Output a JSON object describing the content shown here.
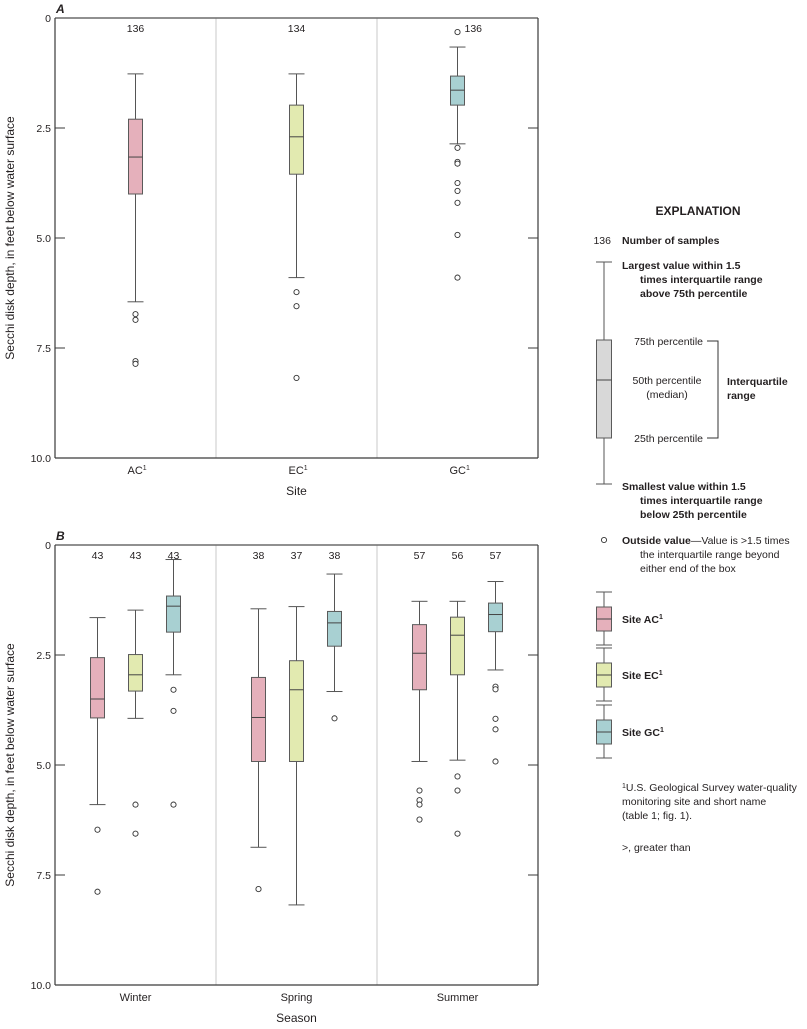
{
  "colors": {
    "AC": "#e5b0bb",
    "EC": "#e2eab0",
    "GC": "#a8d0d2",
    "legend_box": "#d8d8d8",
    "outline": "#5a5a5a",
    "divider": "#dcdcdc",
    "axis": "#3a3a3a"
  },
  "explanation": {
    "title": "EXPLANATION",
    "n_example": "136",
    "n_label": "Number of samples",
    "upper_whisker": [
      "Largest value within 1.5",
      "times interquartile range",
      "above 75th percentile"
    ],
    "p75": "75th percentile",
    "p50": [
      "50th percentile",
      "(median)"
    ],
    "p25": "25th percentile",
    "iqr": [
      "Interquartile",
      "range"
    ],
    "lower_whisker": [
      "Smallest value within 1.5",
      "times interquartile range",
      "below 25th percentile"
    ],
    "outside_bold": "Outside value",
    "outside_text": [
      "—Value is >1.5 times",
      "the interquartile range beyond",
      "either end of the box"
    ],
    "sites": [
      {
        "key": "AC",
        "label": "Site AC",
        "sup": "1"
      },
      {
        "key": "EC",
        "label": "Site EC",
        "sup": "1"
      },
      {
        "key": "GC",
        "label": "Site GC",
        "sup": "1"
      }
    ],
    "footnote": [
      "1U.S. Geological Survey water-quality",
      "monitoring site and short name",
      "(table 1; fig. 1)."
    ],
    "abbrev": ">, greater than"
  },
  "chart_data": [
    {
      "type": "box",
      "panel": "A",
      "title": "A",
      "xlabel": "Site",
      "ylabel": "Secchi disk depth, in feet below water surface",
      "ylim": [
        0,
        10
      ],
      "y_inverted": true,
      "yticks": [
        "0",
        "2.5",
        "5.0",
        "7.5",
        "10.0"
      ],
      "categories": [
        "AC",
        "EC",
        "GC"
      ],
      "category_sup": "1",
      "series": [
        {
          "site": "AC",
          "category": "AC",
          "n": 136,
          "whisker_low": 1.27,
          "q1": 2.3,
          "median": 3.16,
          "q3": 4.0,
          "whisker_high": 6.45,
          "outliers": [
            6.73,
            6.86,
            7.8,
            7.86
          ]
        },
        {
          "site": "EC",
          "category": "EC",
          "n": 134,
          "whisker_low": 1.27,
          "q1": 1.98,
          "median": 2.7,
          "q3": 3.55,
          "whisker_high": 5.9,
          "outliers": [
            6.23,
            6.55,
            8.18
          ]
        },
        {
          "site": "GC",
          "category": "GC",
          "n": 136,
          "whisker_low": 0.66,
          "q1": 1.32,
          "median": 1.64,
          "q3": 1.98,
          "whisker_high": 2.86,
          "outliers": [
            0.32,
            2.95,
            3.27,
            3.31,
            3.75,
            3.93,
            4.2,
            4.93,
            5.9
          ]
        }
      ]
    },
    {
      "type": "box",
      "panel": "B",
      "title": "B",
      "xlabel": "Season",
      "ylabel": "Secchi  disk depth, in feet below water surface",
      "ylim": [
        0,
        10
      ],
      "y_inverted": true,
      "yticks": [
        "0",
        "2.5",
        "5.0",
        "7.5",
        "10.0"
      ],
      "categories": [
        "Winter",
        "Spring",
        "Summer"
      ],
      "series": [
        {
          "site": "AC",
          "category": "Winter",
          "n": 43,
          "whisker_low": 1.65,
          "q1": 2.56,
          "median": 3.5,
          "q3": 3.93,
          "whisker_high": 5.9,
          "outliers": [
            6.47,
            7.88
          ]
        },
        {
          "site": "EC",
          "category": "Winter",
          "n": 43,
          "whisker_low": 1.48,
          "q1": 2.49,
          "median": 2.95,
          "q3": 3.32,
          "whisker_high": 3.94,
          "outliers": [
            5.9,
            6.56
          ]
        },
        {
          "site": "GC",
          "category": "Winter",
          "n": 43,
          "whisker_low": 0.33,
          "q1": 1.16,
          "median": 1.39,
          "q3": 1.98,
          "whisker_high": 2.95,
          "outliers": [
            3.29,
            3.77,
            5.9
          ]
        },
        {
          "site": "AC",
          "category": "Spring",
          "n": 38,
          "whisker_low": 1.45,
          "q1": 3.01,
          "median": 3.92,
          "q3": 4.92,
          "whisker_high": 6.87,
          "outliers": [
            7.82
          ]
        },
        {
          "site": "EC",
          "category": "Spring",
          "n": 37,
          "whisker_low": 1.4,
          "q1": 2.63,
          "median": 3.29,
          "q3": 4.92,
          "whisker_high": 8.18,
          "outliers": []
        },
        {
          "site": "GC",
          "category": "Spring",
          "n": 38,
          "whisker_low": 0.66,
          "q1": 1.51,
          "median": 1.77,
          "q3": 2.3,
          "whisker_high": 3.33,
          "outliers": [
            3.94
          ]
        },
        {
          "site": "AC",
          "category": "Summer",
          "n": 57,
          "whisker_low": 1.28,
          "q1": 1.81,
          "median": 2.46,
          "q3": 3.29,
          "whisker_high": 4.92,
          "outliers": [
            5.58,
            5.8,
            5.9,
            6.24
          ]
        },
        {
          "site": "EC",
          "category": "Summer",
          "n": 56,
          "whisker_low": 1.28,
          "q1": 1.64,
          "median": 2.05,
          "q3": 2.95,
          "whisker_high": 4.89,
          "outliers": [
            5.26,
            5.58,
            6.56
          ]
        },
        {
          "site": "GC",
          "category": "Summer",
          "n": 57,
          "whisker_low": 0.83,
          "q1": 1.32,
          "median": 1.58,
          "q3": 1.97,
          "whisker_high": 2.84,
          "outliers": [
            3.22,
            3.28,
            3.95,
            4.19,
            4.92
          ]
        }
      ]
    }
  ]
}
